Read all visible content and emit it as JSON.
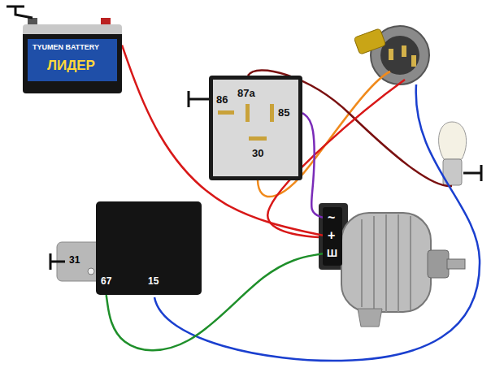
{
  "diagram": {
    "nodes": [
      {
        "text": [
          "TYUMEN BATTERY",
          "ЛИДЕР"
        ]
      },
      {
        "text": [
          "86",
          "87a",
          "85",
          "30"
        ]
      },
      {
        "text": [
          "~",
          "+",
          "Ш"
        ]
      },
      {
        "text": [
          "31",
          "67",
          "15"
        ]
      }
    ],
    "edges": [
      {
        "from": 0,
        "to": 2,
        "arrow": "none"
      },
      {
        "from": 1,
        "to": 2,
        "arrow": "none"
      },
      {
        "from": 2,
        "to": 3,
        "arrow": "none"
      }
    ]
  }
}
